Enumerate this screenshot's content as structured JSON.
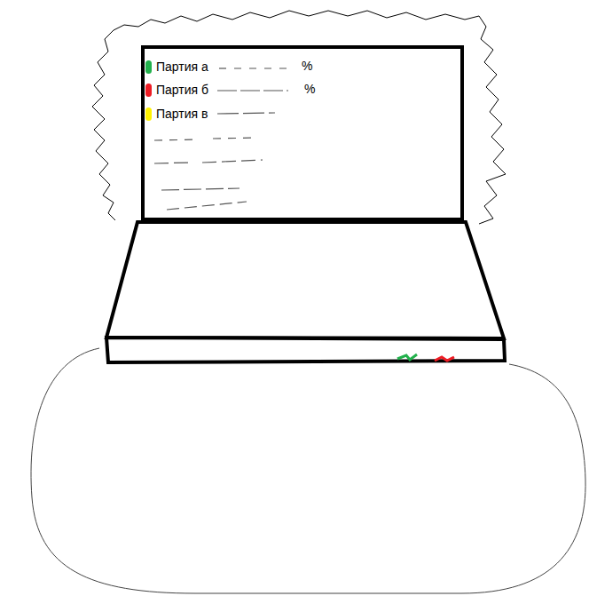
{
  "diagram": {
    "labels": [
      "%",
      "%"
    ],
    "legend": [
      {
        "text": "Партия а",
        "color": "#22b14c"
      },
      {
        "text": "Партия б",
        "color": "#ed1c24"
      },
      {
        "text": "Партия в",
        "color": "#fff200"
      }
    ]
  }
}
